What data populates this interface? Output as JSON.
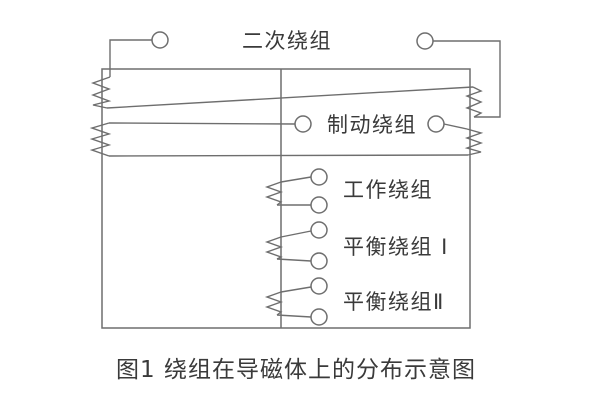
{
  "figure": {
    "caption": "图1 绕组在导磁体上的分布示意图",
    "windings": {
      "secondary": {
        "label": "二次绕组"
      },
      "braking": {
        "label": "制动绕组"
      },
      "working": {
        "label": "工作绕组"
      },
      "balance1": {
        "label": "平衡绕组 Ⅰ"
      },
      "balance2": {
        "label": "平衡绕组Ⅱ"
      }
    },
    "colors": {
      "line": "#6e6e6e",
      "text": "#3a3a3a",
      "background": "#ffffff"
    }
  }
}
